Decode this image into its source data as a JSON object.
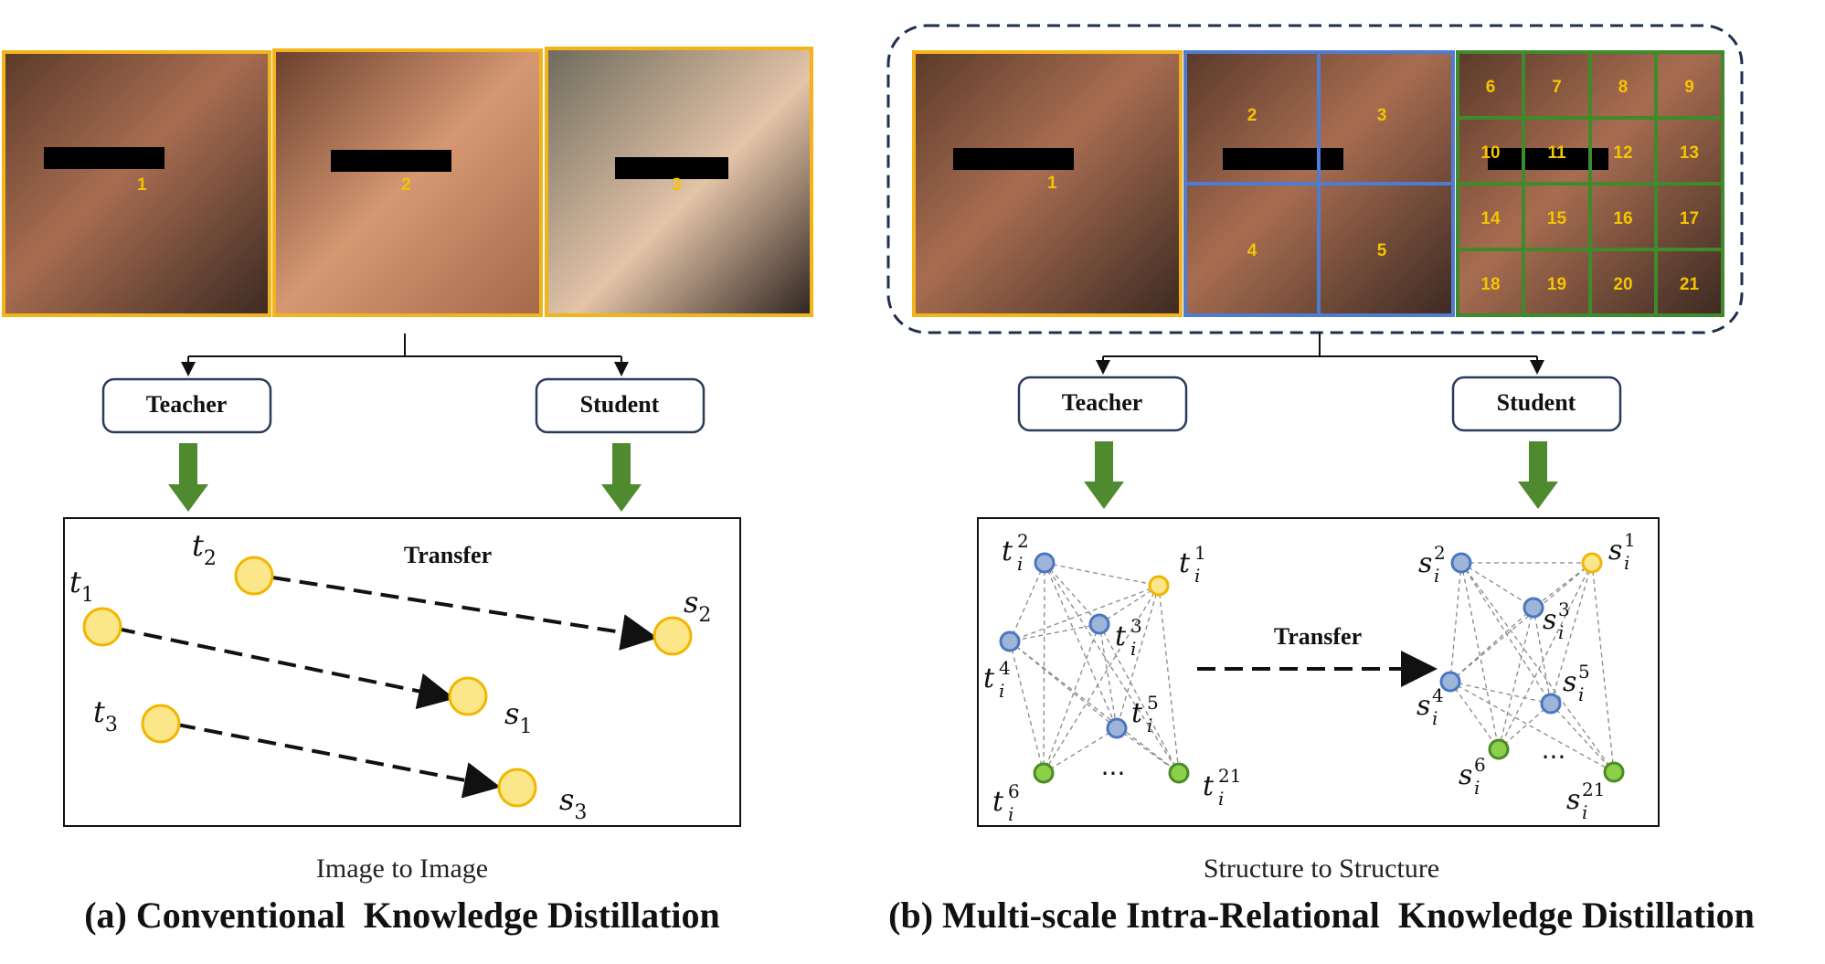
{
  "left_panel": {
    "photos": [
      {
        "label": "1"
      },
      {
        "label": "2"
      },
      {
        "label": "3"
      }
    ],
    "teacher_label": "Teacher",
    "student_label": "Student",
    "transfer_label": "Transfer",
    "nodes": [
      {
        "t": "t",
        "t_sub": "1",
        "s": "s",
        "s_sub": "1"
      },
      {
        "t": "t",
        "t_sub": "2",
        "s": "s",
        "s_sub": "2"
      },
      {
        "t": "t",
        "t_sub": "3",
        "s": "s",
        "s_sub": "3"
      }
    ],
    "sub_caption": "Image to Image",
    "caption": "(a) Conventional  Knowledge Distillation"
  },
  "right_panel": {
    "scale1_labels": [
      "1"
    ],
    "scale2_labels": [
      "2",
      "3",
      "4",
      "5"
    ],
    "scale3_labels": [
      "6",
      "7",
      "8",
      "9",
      "10",
      "11",
      "12",
      "13",
      "14",
      "15",
      "16",
      "17",
      "18",
      "19",
      "20",
      "21"
    ],
    "teacher_label": "Teacher",
    "student_label": "Student",
    "transfer_label": "Transfer",
    "teacher_nodes": [
      {
        "base": "t",
        "sub": "i",
        "sup": "1"
      },
      {
        "base": "t",
        "sub": "i",
        "sup": "2"
      },
      {
        "base": "t",
        "sub": "i",
        "sup": "3"
      },
      {
        "base": "t",
        "sub": "i",
        "sup": "4"
      },
      {
        "base": "t",
        "sub": "i",
        "sup": "5"
      },
      {
        "base": "t",
        "sub": "i",
        "sup": "6"
      },
      {
        "base": "t",
        "sub": "i",
        "sup": "21"
      }
    ],
    "student_nodes": [
      {
        "base": "s",
        "sub": "i",
        "sup": "1"
      },
      {
        "base": "s",
        "sub": "i",
        "sup": "2"
      },
      {
        "base": "s",
        "sub": "i",
        "sup": "3"
      },
      {
        "base": "s",
        "sub": "i",
        "sup": "4"
      },
      {
        "base": "s",
        "sub": "i",
        "sup": "5"
      },
      {
        "base": "s",
        "sub": "i",
        "sup": "6"
      },
      {
        "base": "s",
        "sub": "i",
        "sup": "21"
      }
    ],
    "ellipsis": "···",
    "sub_caption": "Structure to Structure",
    "caption": "(b) Multi-scale Intra-Relational  Knowledge Distillation"
  },
  "colors": {
    "photo_border": "#f2b31b",
    "scale2_grid": "#4f7bd1",
    "scale3_grid": "#3f8a2a",
    "arrow_green": "#4f8a2f",
    "node_yellow_fill": "#fbe68a",
    "node_yellow_stroke": "#f2b600",
    "node_blue_fill": "#9fb5d8",
    "node_blue_stroke": "#4a76c2",
    "node_green_fill": "#8ccf4a",
    "node_green_stroke": "#4b8b24",
    "dashed_frame": "#1f2f4d"
  }
}
